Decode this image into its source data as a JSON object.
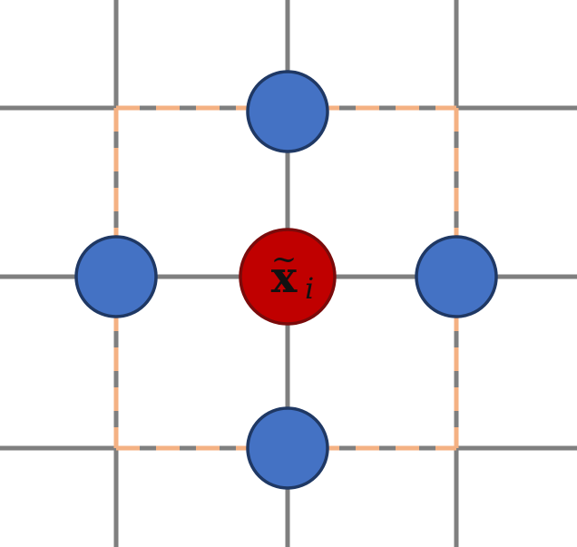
{
  "diagram": {
    "center_node": {
      "symbol": "x",
      "accent": "~",
      "subscript": "i",
      "fill": "#c00000",
      "stroke": "#7a0a0a"
    },
    "neighbor_nodes": [
      {
        "position": "top"
      },
      {
        "position": "left"
      },
      {
        "position": "right"
      },
      {
        "position": "bottom"
      }
    ],
    "neighbor_style": {
      "fill": "#4472c4",
      "stroke": "#1f3864"
    },
    "grid": {
      "color": "#7f7f7f"
    },
    "neighborhood_box": {
      "style": "dashed",
      "color": "#f4b183"
    }
  }
}
